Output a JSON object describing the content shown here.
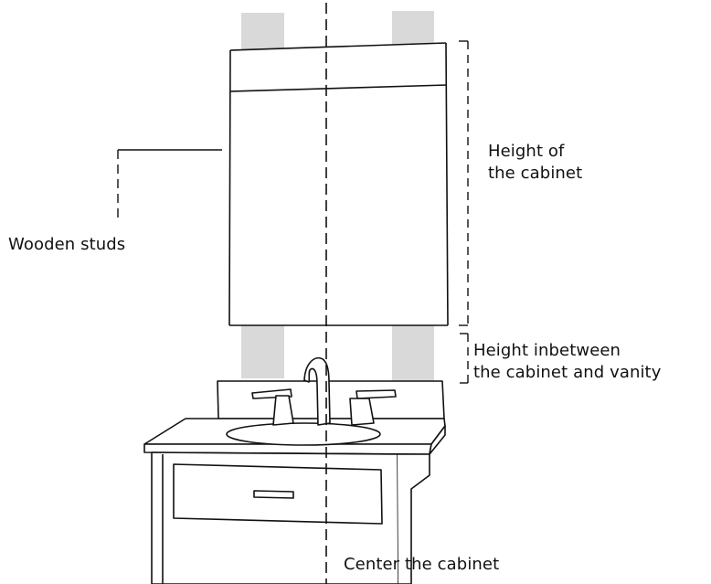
{
  "labels": {
    "wooden_studs": "Wooden studs",
    "height_of_cabinet": [
      "Height of",
      "the cabinet"
    ],
    "height_between": [
      "Height inbetween",
      "the cabinet and vanity"
    ],
    "center_cabinet": "Center the cabinet"
  },
  "colors": {
    "line": "#111111",
    "stud": "#d9d9d9",
    "background": "#ffffff"
  }
}
